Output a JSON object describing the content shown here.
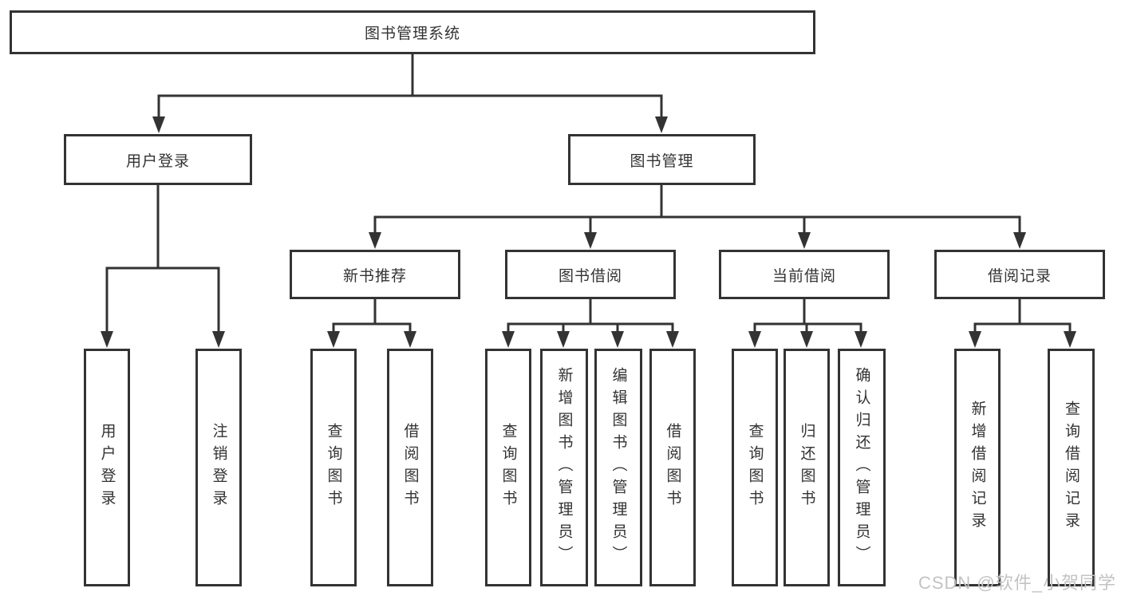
{
  "tree": {
    "label": "图书管理系统",
    "children": [
      {
        "label": "用户登录",
        "children": [
          {
            "label": "用户登录"
          },
          {
            "label": "注销登录"
          }
        ]
      },
      {
        "label": "图书管理",
        "children": [
          {
            "label": "新书推荐",
            "children": [
              {
                "label": "查询图书"
              },
              {
                "label": "借阅图书"
              }
            ]
          },
          {
            "label": "图书借阅",
            "children": [
              {
                "label": "查询图书"
              },
              {
                "label": "新增图书（管理员）"
              },
              {
                "label": "编辑图书（管理员）"
              },
              {
                "label": "借阅图书"
              }
            ]
          },
          {
            "label": "当前借阅",
            "children": [
              {
                "label": "查询图书"
              },
              {
                "label": "归还图书"
              },
              {
                "label": "确认归还（管理员）"
              }
            ]
          },
          {
            "label": "借阅记录",
            "children": [
              {
                "label": "新增借阅记录"
              },
              {
                "label": "查询借阅记录"
              }
            ]
          }
        ]
      }
    ]
  },
  "watermark": "CSDN @软件_小贺同学",
  "colors": {
    "line": "#333333",
    "box_border": "#333333",
    "text": "#333333",
    "background": "#ffffff",
    "watermark": "#c3c3c3"
  }
}
